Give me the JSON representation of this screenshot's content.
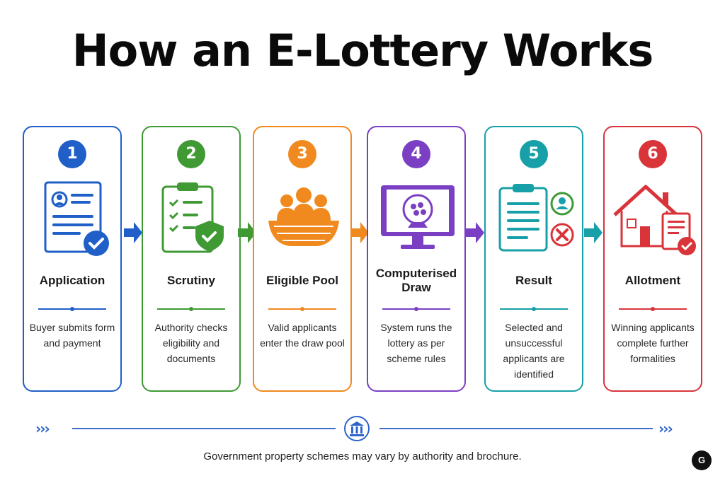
{
  "title": "How an E-Lottery Works",
  "steps": [
    {
      "number": "1",
      "title": "Application",
      "description": "Buyer submits form and payment",
      "color": "#1f5fc7"
    },
    {
      "number": "2",
      "title": "Scrutiny",
      "description": "Authority checks eligibility and documents",
      "color": "#3f9a34"
    },
    {
      "number": "3",
      "title": "Eligible Pool",
      "description": "Valid applicants enter the draw pool",
      "color": "#f08a1f"
    },
    {
      "number": "4",
      "title": "Computerised Draw",
      "description": "System runs the lottery as per scheme rules",
      "color": "#7b3fc4"
    },
    {
      "number": "5",
      "title": "Result",
      "description": "Selected and unsuccessful applicants are identified",
      "color": "#18a0a8"
    },
    {
      "number": "6",
      "title": "Allotment",
      "description": "Winning applicants complete further formalities",
      "color": "#d8343a"
    }
  ],
  "footer": {
    "note": "Government property schemes may vary by authority and brochure.",
    "chevrons_left": "›››",
    "chevrons_right": "›››",
    "icon": "bank-building-icon",
    "logo_text": "G"
  },
  "icons": [
    "application-form-icon",
    "clipboard-shield-icon",
    "people-basket-icon",
    "lottery-monitor-icon",
    "result-clipboard-icon",
    "house-document-icon"
  ]
}
